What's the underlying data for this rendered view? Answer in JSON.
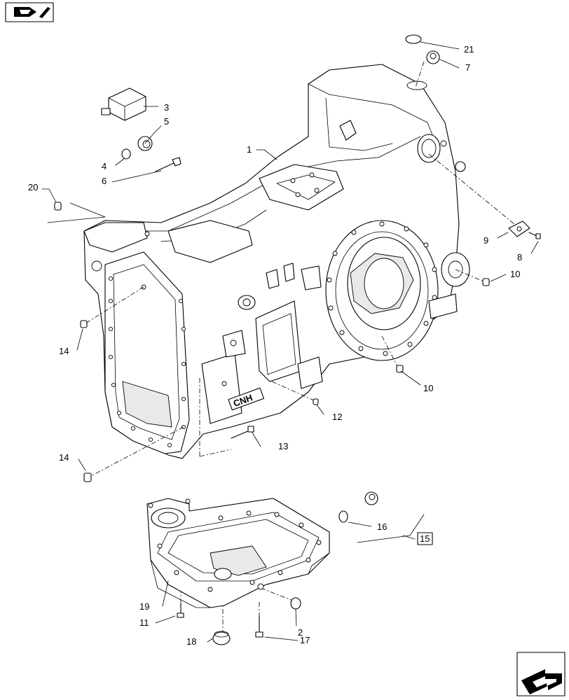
{
  "callouts": [
    {
      "id": "1",
      "text": "1"
    },
    {
      "id": "2",
      "text": "2"
    },
    {
      "id": "3",
      "text": "3"
    },
    {
      "id": "4",
      "text": "4"
    },
    {
      "id": "5",
      "text": "5"
    },
    {
      "id": "6",
      "text": "6"
    },
    {
      "id": "7",
      "text": "7"
    },
    {
      "id": "8",
      "text": "8"
    },
    {
      "id": "9",
      "text": "9"
    },
    {
      "id": "10a",
      "text": "10"
    },
    {
      "id": "10b",
      "text": "10"
    },
    {
      "id": "11",
      "text": "11"
    },
    {
      "id": "12",
      "text": "12"
    },
    {
      "id": "13",
      "text": "13"
    },
    {
      "id": "14a",
      "text": "14"
    },
    {
      "id": "14b",
      "text": "14"
    },
    {
      "id": "15",
      "text": "15"
    },
    {
      "id": "16",
      "text": "16"
    },
    {
      "id": "17",
      "text": "17"
    },
    {
      "id": "18",
      "text": "18"
    },
    {
      "id": "19",
      "text": "19"
    },
    {
      "id": "20",
      "text": "20"
    },
    {
      "id": "21",
      "text": "21"
    }
  ],
  "brand_logo_text": "CNH",
  "icons": {
    "top_left": "book-arrow-icon",
    "bottom_right": "navigation-arrow-icon"
  }
}
